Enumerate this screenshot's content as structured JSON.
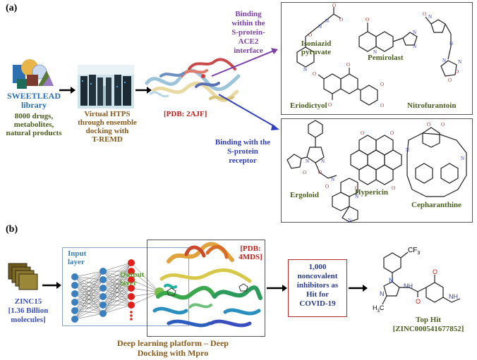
{
  "panel_a": {
    "label": "(a)",
    "library": {
      "name": "SWEETLEAD",
      "name2": "library",
      "line1": "8000 drugs,",
      "line2": "metabolites,",
      "line3": "natural products"
    },
    "htps": {
      "line1": "Virtual HTPS",
      "line2": "through ensemble",
      "line3": "docking with",
      "line4": "T-REMD"
    },
    "pdb": "[PDB: 2AJF]",
    "binding_interface": {
      "line1": "Binding",
      "line2": "within the",
      "line3": "S-protein-",
      "line4": "ACE2",
      "line5": "interface"
    },
    "binding_receptor": {
      "line1": "Binding with the",
      "line2": "S-protein",
      "line3": "receptor"
    },
    "molecules_top": {
      "isoniazid1": "Isoniazid",
      "isoniazid2": "pyruvate",
      "pemirolast": "Pemirolast",
      "eriodictyol": "Eriodictyol",
      "nitrofurantoin": "Nitrofurantoin"
    },
    "molecules_bottom": {
      "ergoloid": "Ergoloid",
      "hypericin": "Hypericin",
      "cepharanthine": "Cepharanthine"
    }
  },
  "panel_b": {
    "label": "(b)",
    "zinc": {
      "line1": "ZINC15",
      "line2": "[1.36 Billion",
      "line3": "molecules]"
    },
    "input_layer": {
      "line1": "Input",
      "line2": "layer"
    },
    "output_layer": {
      "line1": "Output",
      "line2": "layer"
    },
    "pdb": {
      "line1": "[PDB:",
      "line2": "4MDS]"
    },
    "platform": {
      "line1": "Deep learning platform – Deep",
      "line2": "Docking with Mpro"
    },
    "hits": {
      "line1": "1,000",
      "line2": "noncovalent",
      "line3": "inhibitors as",
      "line4": "Hit for",
      "line5": "COVID-19"
    },
    "top_hit": {
      "line1": "Top Hit",
      "line2": "[ZINC000541677852]"
    },
    "atoms": {
      "cf3": "CF",
      "cf3_sub": "3",
      "n": "N",
      "nh": "H",
      "ch3": "H",
      "ch3_c": "C",
      "ch3_sub": "3",
      "o": "O",
      "o2": "O",
      "nh2": "N",
      "h2": "H"
    }
  },
  "colors": {
    "olive": "#4b5e1f",
    "brown": "#8a5a1c",
    "blue": "#2f3fbf",
    "red": "#c0201b",
    "purple": "#7a3fa8"
  }
}
